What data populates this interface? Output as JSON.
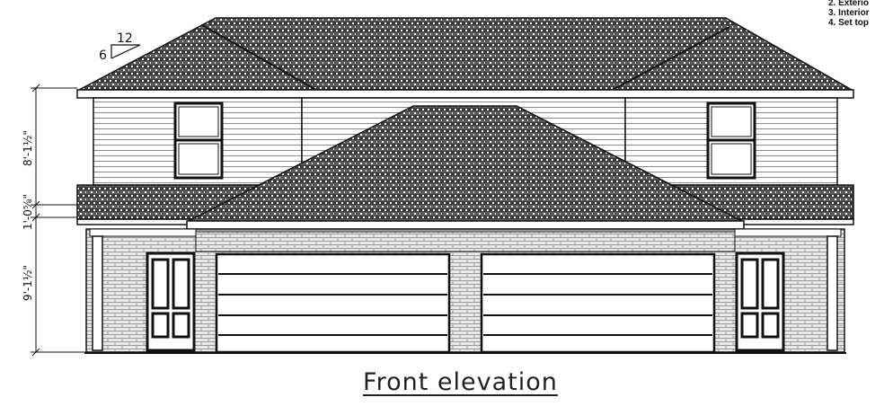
{
  "notes": [
    "2.  Exterio",
    "3.  Interior",
    "4.  Set top"
  ],
  "roof_pitch": {
    "rise": "6",
    "run": "12"
  },
  "dimensions": {
    "upper_wall": "8'-1½\"",
    "band": "1'-0⅝\"",
    "lower_wall": "9'-1½\""
  },
  "caption": "Front elevation"
}
